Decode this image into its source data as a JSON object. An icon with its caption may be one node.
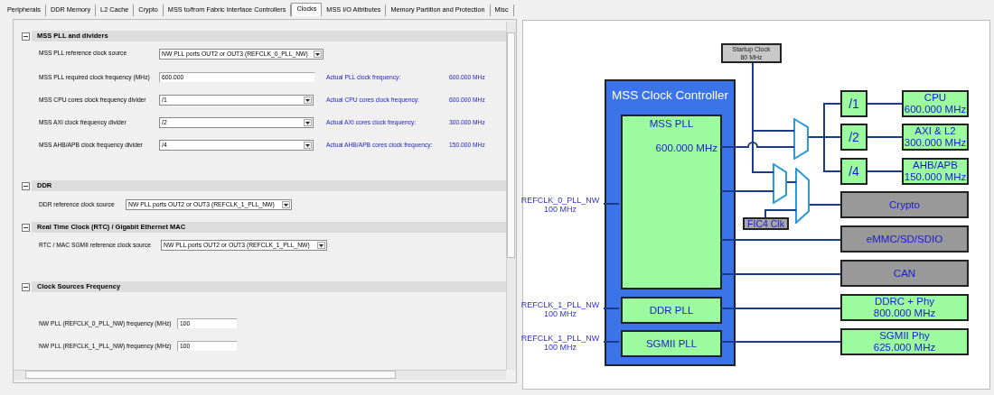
{
  "diagram": {
    "nodes": [
      {
        "text": [
          "Startup Clock 80 MHz"
        ]
      },
      {
        "text": [
          "MSS Clock Controller"
        ]
      },
      {
        "text": [
          "MSS PLL",
          "600.000 MHz"
        ],
        "in": 1
      },
      {
        "text": [
          "DDR PLL"
        ],
        "in": 1
      },
      {
        "text": [
          "SGMII PLL"
        ],
        "in": 1
      },
      {
        "text": [
          "REFCLK_0_PLL_NW 100 MHz"
        ]
      },
      {
        "text": [
          "REFCLK_1_PLL_NW 100 MHz"
        ]
      },
      {
        "text": [
          "REFCLK_1_PLL_NW 100 MHz"
        ]
      },
      {
        "text": [],
        "shape": "trapezoid"
      },
      {
        "text": [],
        "shape": "trapezoid"
      },
      {
        "text": [],
        "shape": "trapezoid"
      },
      {
        "text": [
          "FIC4 Clk"
        ]
      },
      {
        "text": [
          "/1"
        ]
      },
      {
        "text": [
          "/2"
        ]
      },
      {
        "text": [
          "/4"
        ]
      },
      {
        "text": [
          "CPU 600.000 MHz"
        ]
      },
      {
        "text": [
          "AXI & L2 300.000 MHz"
        ]
      },
      {
        "text": [
          "AHB/APB 150.000 MHz"
        ]
      },
      {
        "text": [
          "Crypto"
        ]
      },
      {
        "text": [
          "eMMC/SD/SDIO"
        ]
      },
      {
        "text": [
          "CAN"
        ]
      },
      {
        "text": [
          "DDRC + Phy 800.000 MHz"
        ]
      },
      {
        "text": [
          "SGMII Phy 625.000 MHz"
        ]
      }
    ],
    "edges": [
      {
        "from": 5,
        "to": 2,
        "arrow": "none"
      },
      {
        "from": 6,
        "to": 3,
        "arrow": "none"
      },
      {
        "from": 7,
        "to": 4,
        "arrow": "none"
      },
      {
        "from": 0,
        "to": 8,
        "arrow": "none"
      },
      {
        "from": 0,
        "to": 9,
        "arrow": "none"
      },
      {
        "from": 2,
        "to": 8,
        "arrow": "none"
      },
      {
        "from": 2,
        "to": 9,
        "arrow": "none"
      },
      {
        "from": 9,
        "to": 10,
        "arrow": "none"
      },
      {
        "from": 11,
        "to": 10,
        "arrow": "none"
      },
      {
        "from": 8,
        "to": 12,
        "arrow": "none"
      },
      {
        "from": 8,
        "to": 13,
        "arrow": "none"
      },
      {
        "from": 8,
        "to": 14,
        "arrow": "none"
      },
      {
        "from": 12,
        "to": 15,
        "arrow": "none"
      },
      {
        "from": 13,
        "to": 16,
        "arrow": "none"
      },
      {
        "from": 14,
        "to": 17,
        "arrow": "none"
      },
      {
        "from": 10,
        "to": 18,
        "arrow": "none"
      },
      {
        "from": 2,
        "to": 19,
        "arrow": "none"
      },
      {
        "from": 2,
        "to": 20,
        "arrow": "none"
      },
      {
        "from": 3,
        "to": 21,
        "arrow": "none"
      },
      {
        "from": 4,
        "to": 22,
        "arrow": "none"
      }
    ],
    "labels": [
      "Peripherals",
      "DDR Memory",
      "L2 Cache",
      "Crypto",
      "MSS to/from Fabric Interface Controllers",
      "Clocks",
      "MSS I/O Attributes",
      "Memory Partition and Protection",
      "Misc",
      "MSS PLL and dividers",
      "MSS PLL reference clock source",
      "NW PLL ports OUT2 or OUT3 (REFCLK_0_PLL_NW)",
      "MSS PLL required clock frequency (MHz)",
      "600.000",
      "Actual PLL clock frequency:",
      "600.000 MHz",
      "MSS CPU cores clock frequency divider",
      "/1",
      "Actual CPU cores clock frequency:",
      "600.000 MHz",
      "MSS AXI clock frequency divider",
      "/2",
      "Actual AXI cores clock frequency:",
      "300.000 MHz",
      "MSS AHB/APB clock frequency divider",
      "/4",
      "Actual AHB/APB cores clock frequency:",
      "150.000 MHz",
      "DDR",
      "DDR reference clock source",
      "NW PLL ports OUT2 or OUT3 (REFCLK_1_PLL_NW)",
      "Real Time Clock (RTC) / Gigabit Ethernet MAC",
      "RTC / MAC SGMII reference clock source",
      "NW PLL ports OUT2 or OUT3 (REFCLK_1_PLL_NW)",
      "Clock Sources Frequency",
      "NW PLL (REFCLK_0_PLL_NW) frequency (MHz)",
      "100",
      "NW PLL (REFCLK_1_PLL_NW) frequency (MHz)",
      "100"
    ]
  }
}
